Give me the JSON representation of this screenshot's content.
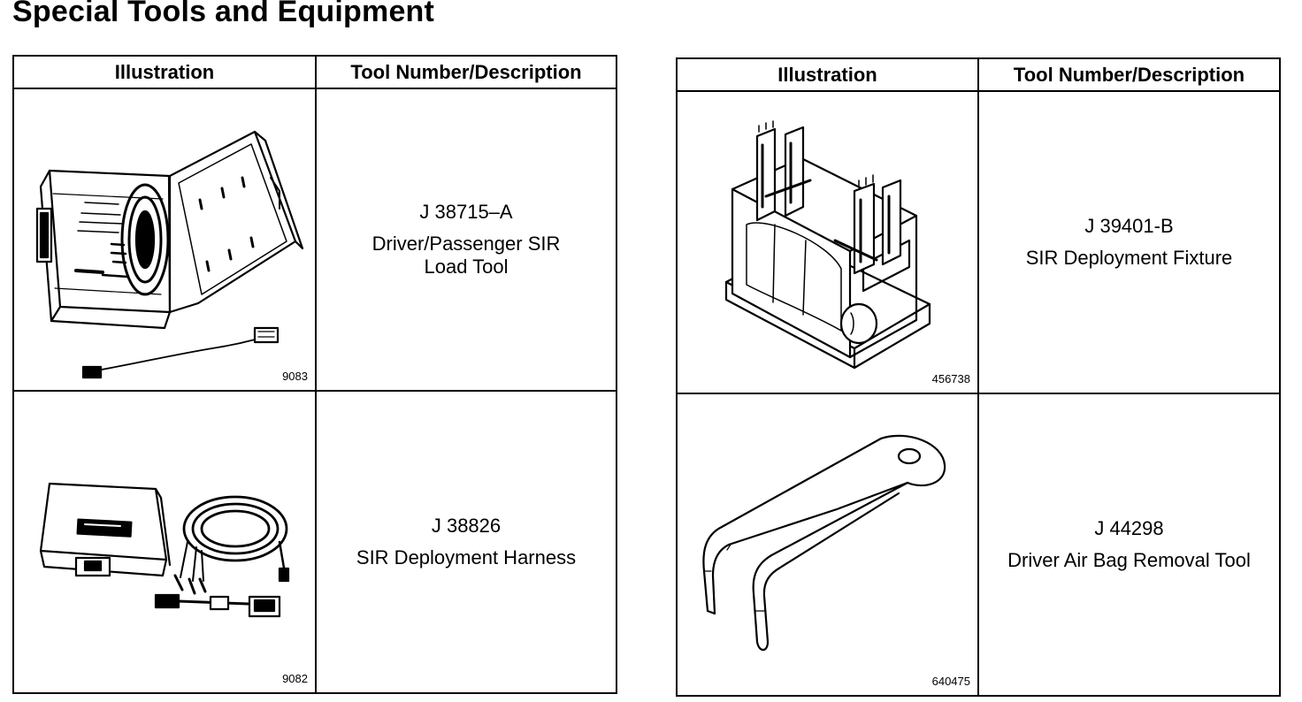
{
  "page": {
    "title": "Special Tools and Equipment"
  },
  "left_table": {
    "header_illustration": "Illustration",
    "header_description": "Tool Number/Description",
    "rows": [
      {
        "figure_id": "9083",
        "tool_number": "J 38715–A",
        "description": "Driver/Passenger SIR\nLoad Tool",
        "figure": "load-tool-case-drawing"
      },
      {
        "figure_id": "9082",
        "tool_number": "J 38826",
        "description": "SIR Deployment Harness",
        "figure": "deployment-harness-drawing"
      }
    ]
  },
  "right_table": {
    "header_illustration": "Illustration",
    "header_description": "Tool Number/Description",
    "rows": [
      {
        "figure_id": "456738",
        "tool_number": "J 39401-B",
        "description": "SIR Deployment Fixture",
        "figure": "deployment-fixture-drawing"
      },
      {
        "figure_id": "640475",
        "tool_number": "J 44298",
        "description": "Driver Air Bag Removal Tool",
        "figure": "air-bag-removal-tool-drawing"
      }
    ]
  },
  "colors": {
    "ink": "#000000",
    "paper": "#ffffff"
  }
}
